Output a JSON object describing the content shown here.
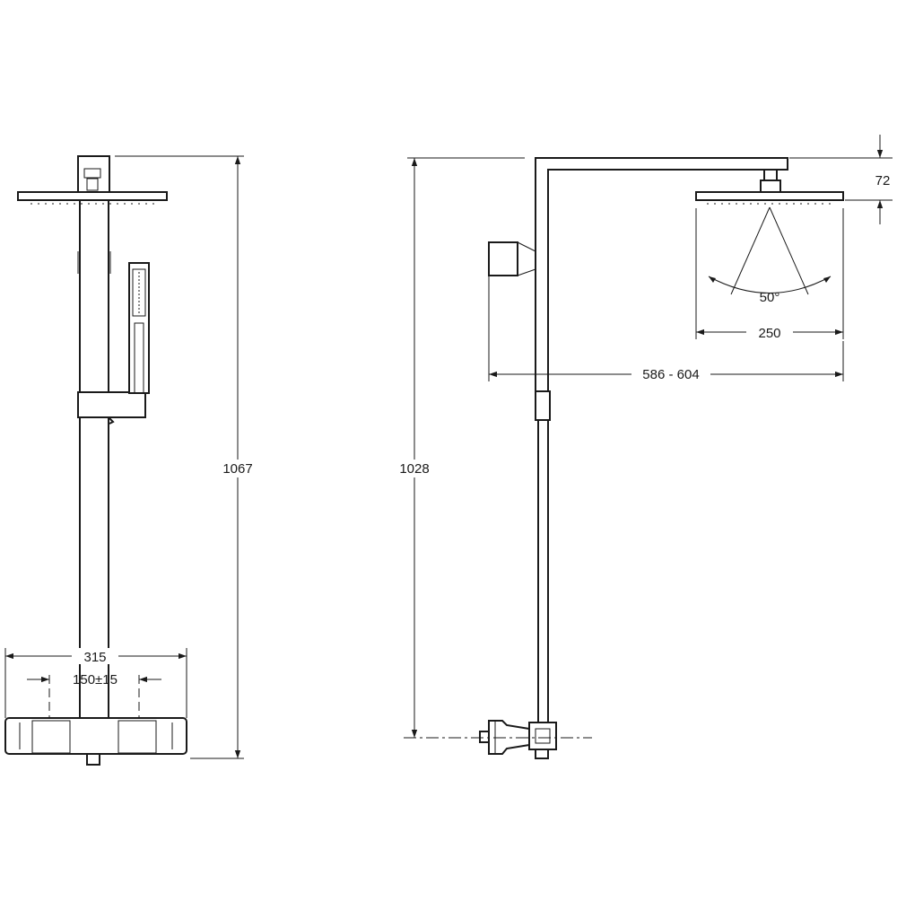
{
  "dimensions": {
    "front_total_height": "1067",
    "front_bar_width": "315",
    "front_inlet_spacing": "150±15",
    "side_total_height": "1028",
    "side_head_offset": "72",
    "head_spray_angle": "50°",
    "head_width": "250",
    "side_projection": "586 - 604"
  },
  "colors": {
    "line": "#1a1a1a",
    "background": "#ffffff"
  }
}
